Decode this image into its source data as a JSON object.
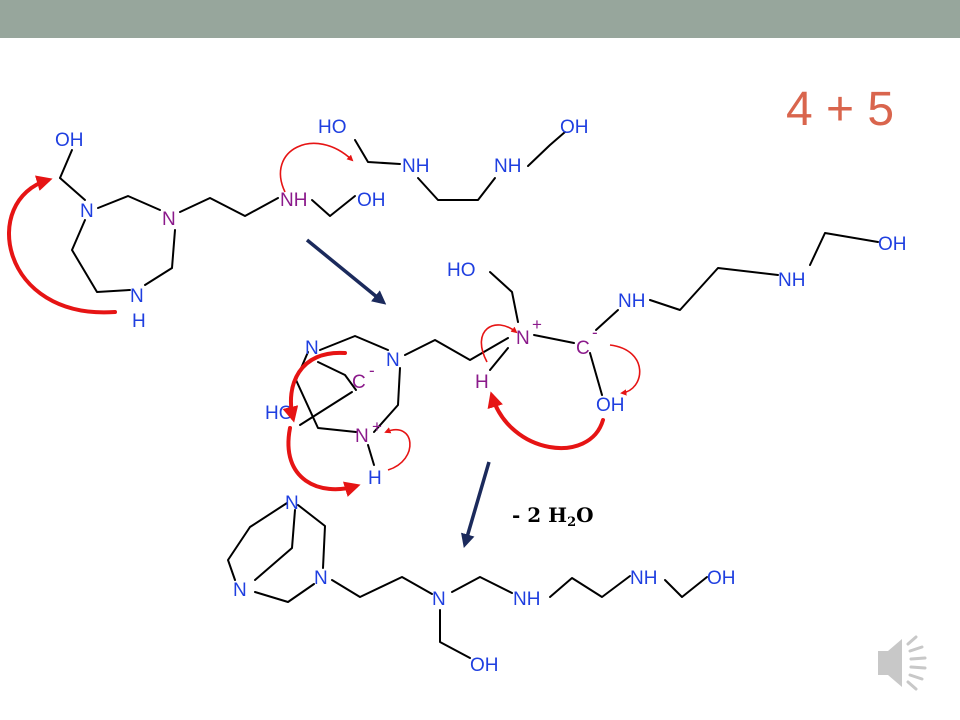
{
  "slide": {
    "title": "4 + 5",
    "elimination": {
      "prefix": "- 2 ",
      "h": "H",
      "sub": "2",
      "o": "O"
    }
  },
  "labels": {
    "top_left": [
      "OH",
      "N",
      "N",
      "N",
      "H"
    ],
    "top_right": [
      "HO",
      "NH",
      "NH",
      "OH",
      "NH",
      "OH"
    ],
    "middle_left": [
      "N",
      "N",
      "C",
      "-",
      "HO",
      "N",
      "+",
      "H"
    ],
    "middle_right": [
      "HO",
      "N",
      "+",
      "H",
      "C",
      "-",
      "OH",
      "NH",
      "NH",
      "OH"
    ],
    "bottom": [
      "N",
      "N",
      "N",
      "N",
      "NH",
      "NH",
      "OH",
      "OH"
    ]
  },
  "colors": {
    "background": "#ffffff",
    "top_bar": "#97a69c",
    "title": "#d9654d",
    "atom_blue": "#1f3fe0",
    "atom_purple": "#8b1a8b",
    "bond": "#000000",
    "curved_arrow": "#e61414",
    "reaction_arrow": "#1b2a5c",
    "speaker_icon": "#c8c8c8"
  },
  "icons": {
    "speaker": "speaker-icon"
  }
}
